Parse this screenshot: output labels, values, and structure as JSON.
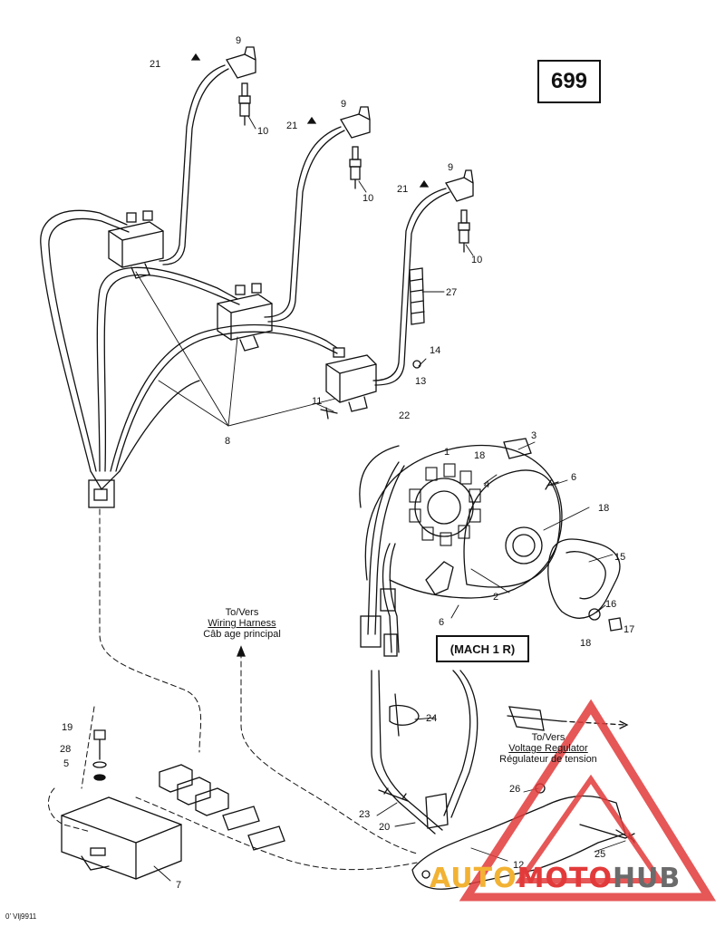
{
  "page_number": "699",
  "variant_box": "(MACH 1 R)",
  "drawing_code": "0’ Vlj9911",
  "notes": {
    "harness": {
      "l1": "To/Vers",
      "l2": "Wiring Harness",
      "l3": "Câb age principal"
    },
    "regulator": {
      "l1": "To/Vers",
      "l2": "Voltage Regulator",
      "l3": "Régulateur de tension"
    }
  },
  "callouts": {
    "c1": "1",
    "c2": "2",
    "c3": "3",
    "c4": "4",
    "c5": "5",
    "c6a": "6",
    "c6b": "6",
    "c7": "7",
    "c8": "8",
    "c9a": "9",
    "c9b": "9",
    "c9c": "9",
    "c10a": "10",
    "c10b": "10",
    "c10c": "10",
    "c11": "11",
    "c12": "12",
    "c13": "13",
    "c14": "14",
    "c15": "15",
    "c16": "16",
    "c17": "17",
    "c18a": "18",
    "c18b": "18",
    "c18c": "18",
    "c19": "19",
    "c20": "20",
    "c21a": "21",
    "c21b": "21",
    "c21c": "21",
    "c22": "22",
    "c23": "23",
    "c24": "24",
    "c25": "25",
    "c26": "26",
    "c27": "27",
    "c28": "28"
  },
  "watermark": {
    "part1": "AUTO",
    "part2": "MOTO",
    "part3": "HUB",
    "color1": "#f2b233",
    "color2": "#e23a3a",
    "color3": "#6b6b6b",
    "triangle_color": "#e23a3a"
  }
}
